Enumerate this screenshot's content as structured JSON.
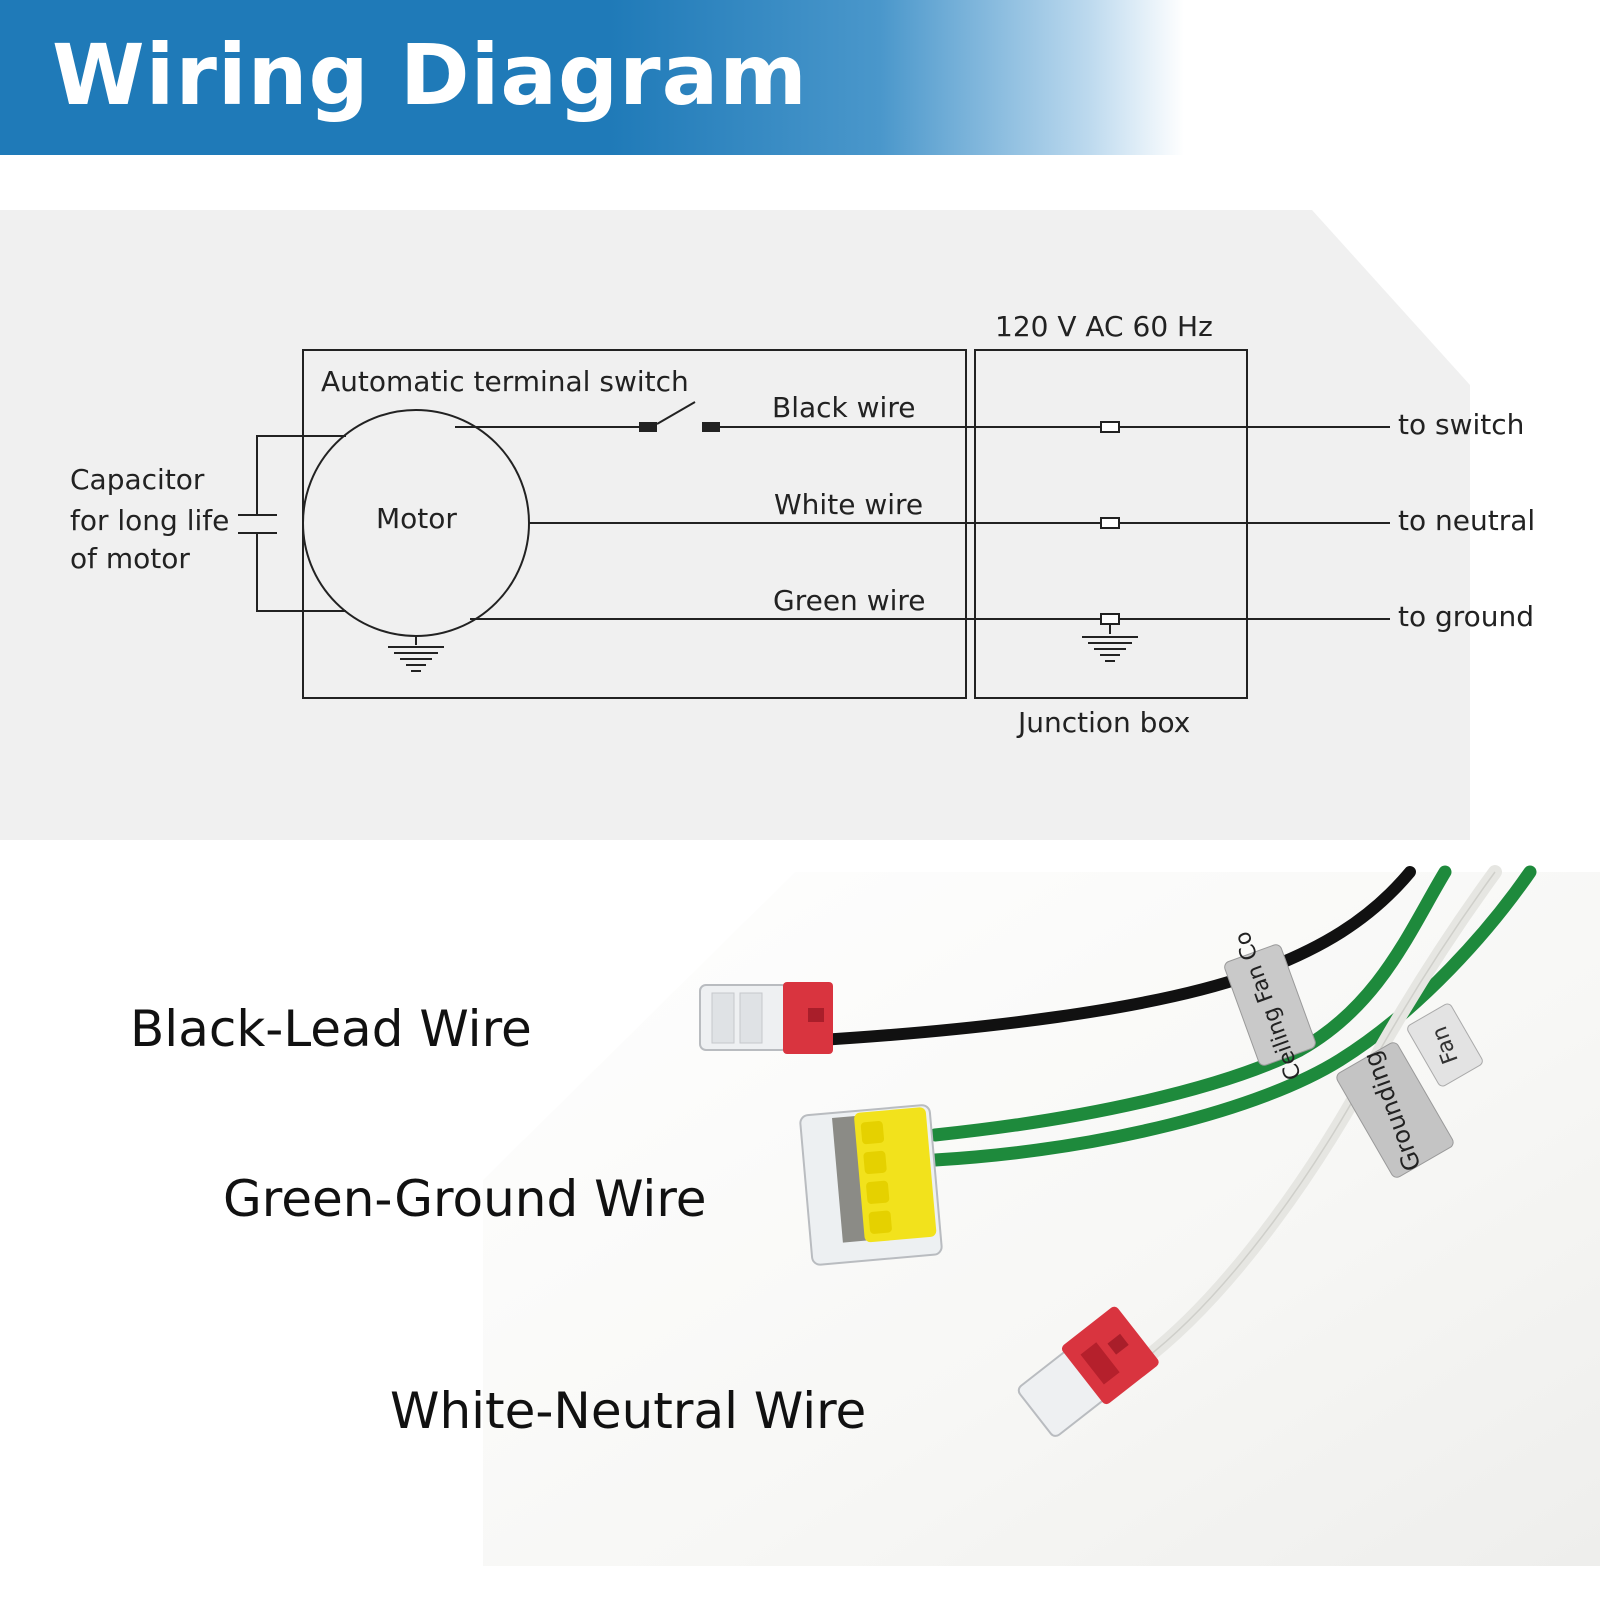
{
  "header": {
    "title": "Wiring Diagram"
  },
  "diagram": {
    "voltage_label": "120 V AC 60 Hz",
    "terminal_switch_label": "Automatic terminal switch",
    "capacitor_label": [
      "Capacitor",
      "for long life",
      "of motor"
    ],
    "motor_label": "Motor",
    "black_wire_label": "Black wire",
    "white_wire_label": "White wire",
    "green_wire_label": "Green wire",
    "to_switch_label": "to switch",
    "to_neutral_label": "to neutral",
    "to_ground_label": "to ground",
    "junction_box_label": "Junction box"
  },
  "photo": {
    "black_lead_label": "Black-Lead Wire",
    "green_ground_label": "Green-Ground Wire",
    "white_neutral_label": "White-Neutral Wire",
    "tag_text_1": "Grounding",
    "tag_text_2": "Fan",
    "tag_text_3": "Ceiling Fan Co"
  },
  "colors": {
    "header_blue": "#1f7ab8",
    "black_wire": "#111111",
    "green_wire": "#1e8a3c",
    "connector_red": "#d9343f",
    "connector_yellow": "#f2e21c"
  }
}
